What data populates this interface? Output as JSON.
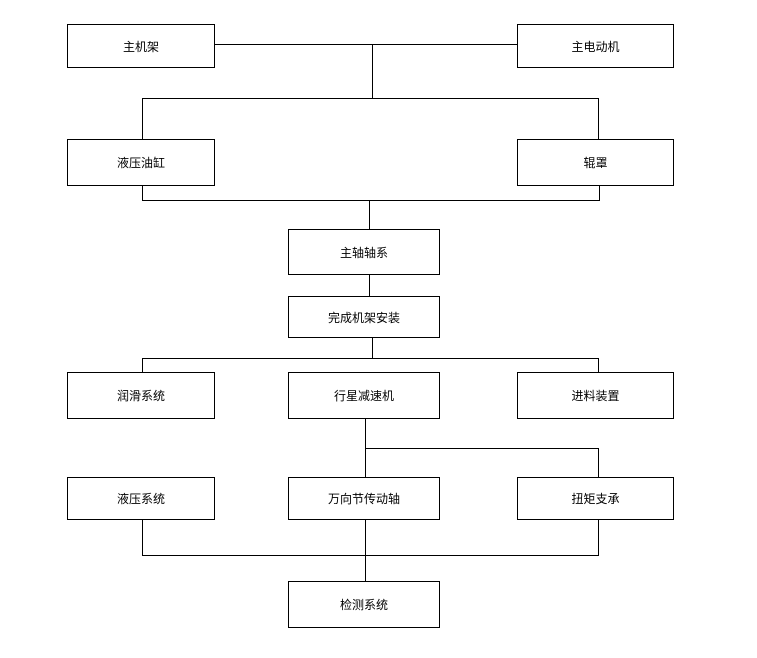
{
  "diagram": {
    "nodes": {
      "main_frame": "主机架",
      "main_motor": "主电动机",
      "hydraulic_cylinder": "液压油缸",
      "roller_cover": "辊罩",
      "spindle_system": "主轴轴系",
      "frame_installation_complete": "完成机架安装",
      "lubrication_system": "润滑系统",
      "planetary_reducer": "行星减速机",
      "feeding_device": "进料装置",
      "hydraulic_system": "液压系统",
      "universal_joint_shaft": "万向节传动轴",
      "torque_support": "扭矩支承",
      "detection_system": "检测系统"
    }
  }
}
